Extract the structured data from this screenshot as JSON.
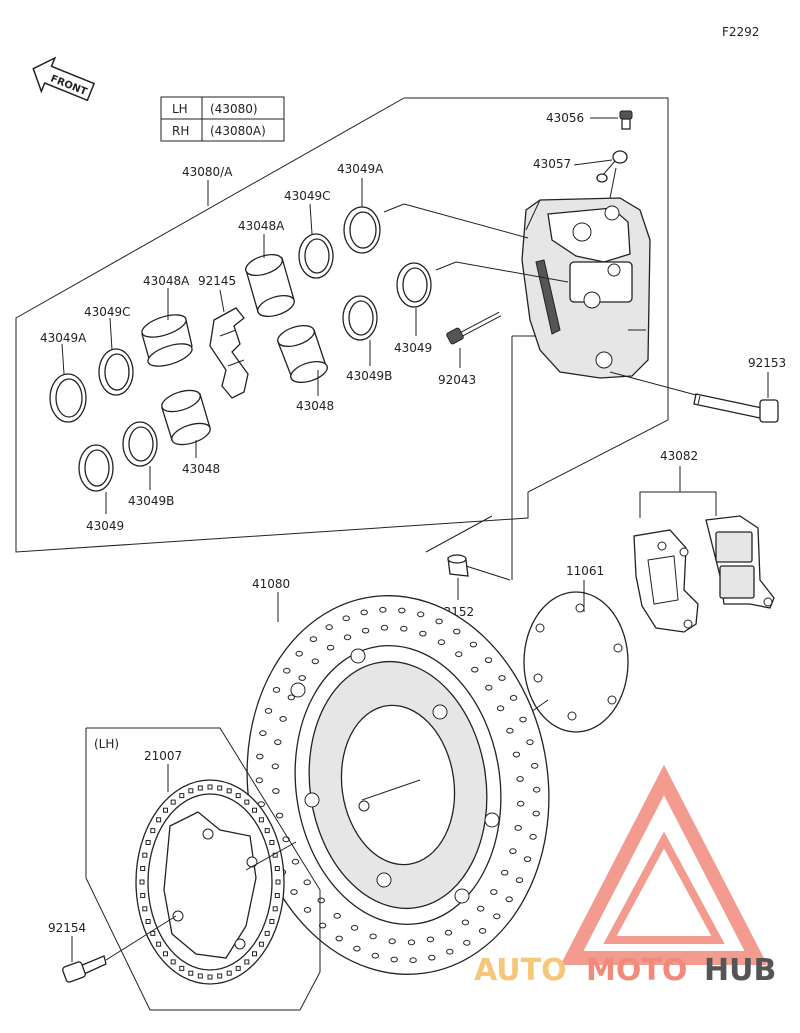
{
  "figure_code": "F2292",
  "front_arrow": "FRONT",
  "side_table": [
    {
      "side": "LH",
      "part": "(43080)"
    },
    {
      "side": "RH",
      "part": "(43080A)"
    }
  ],
  "lh_note": "(LH)",
  "labels": {
    "assembly": "43080/A",
    "p43056": "43056",
    "p43057": "43057",
    "p43049A_top": "43049A",
    "p43049C_top": "43049C",
    "p43048A_top": "43048A",
    "p92145": "92145",
    "p43048A_mid": "43048A",
    "p43049C_mid": "43049C",
    "p43049A_left": "43049A",
    "p43049_right": "43049",
    "p43049B_right": "43049B",
    "p43048_mid": "43048",
    "p43048_low": "43048",
    "p43049B_low": "43049B",
    "p43049_low": "43049",
    "p92043": "92043",
    "p92153": "92153",
    "p43082": "43082",
    "p92152": "92152",
    "p11061": "11061",
    "p41080": "41080",
    "p21007": "21007",
    "p92154": "92154"
  },
  "watermark": {
    "auto": "AUTO",
    "moto": "MOTO",
    "hub": "HUB",
    "auto_color": "#f5c77a",
    "moto_color": "#f08a7a",
    "hub_color": "#555555",
    "logo_color": "#f08a7a"
  }
}
